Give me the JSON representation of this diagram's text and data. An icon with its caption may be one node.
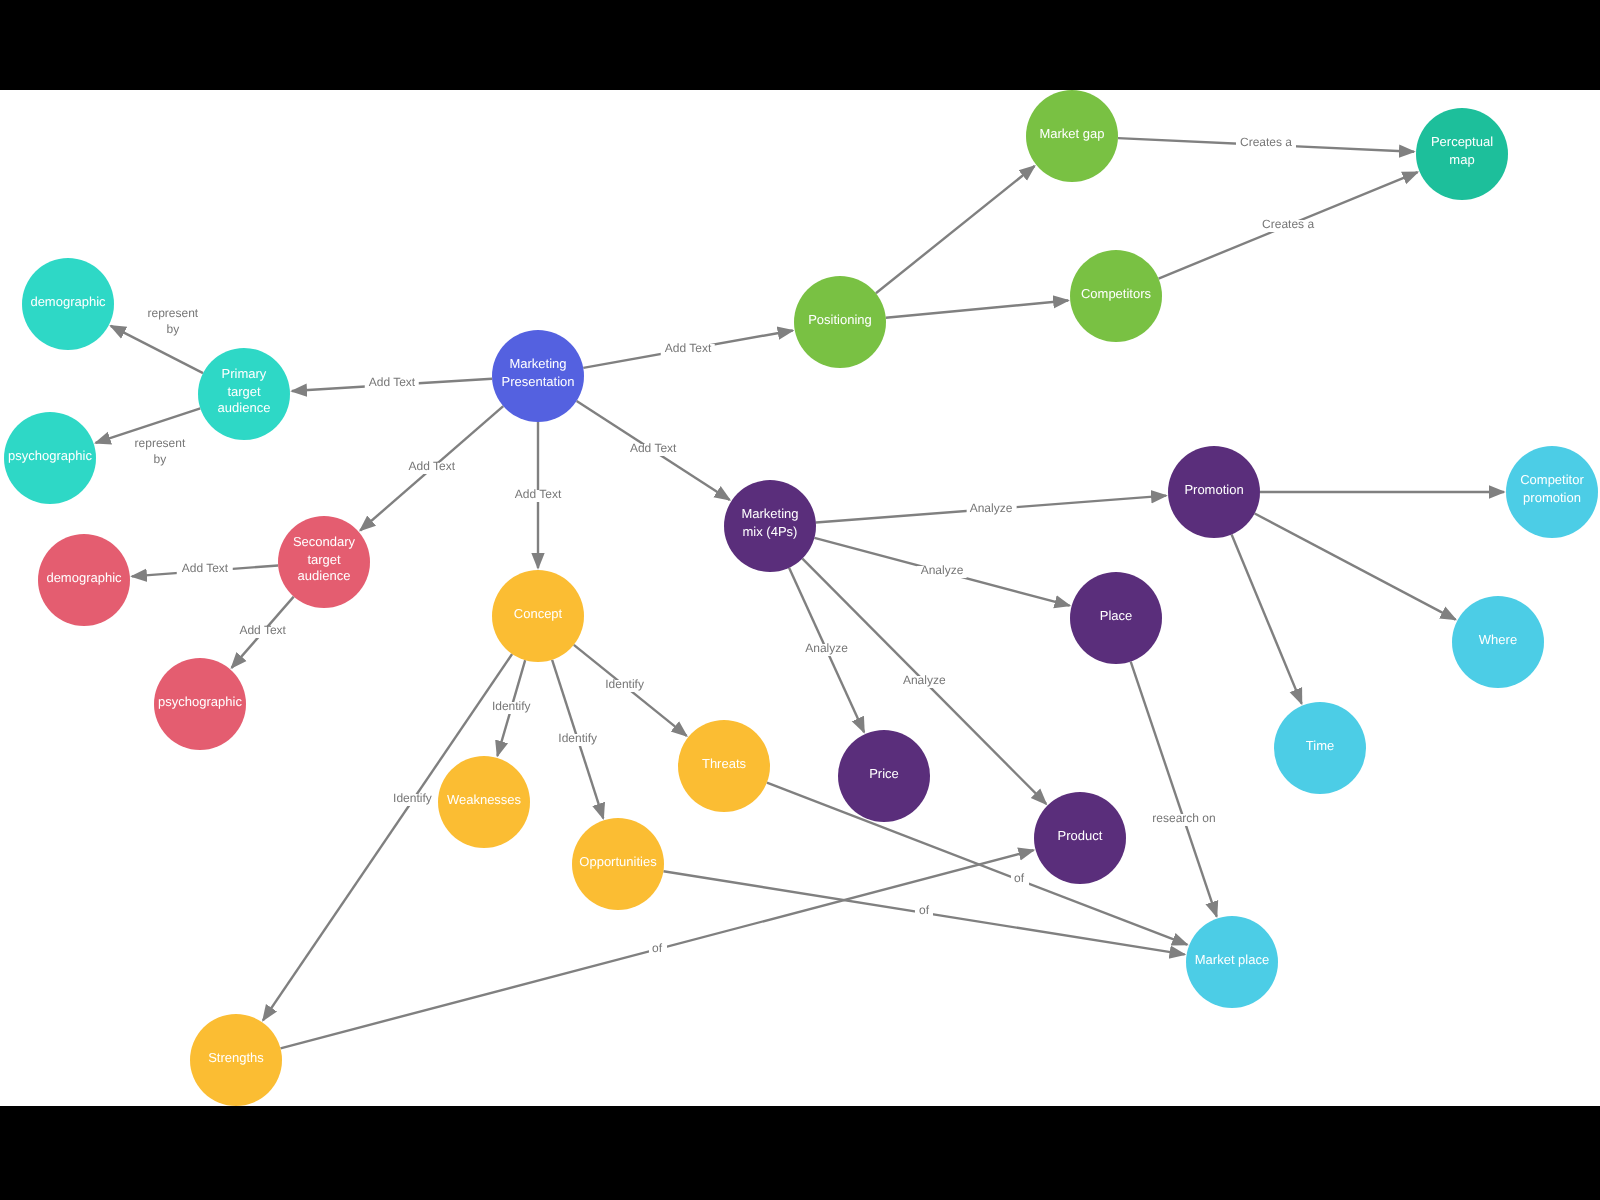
{
  "diagram": {
    "nodes": [
      {
        "text": [
          "Marketing Presentation"
        ]
      },
      {
        "text": [
          "Primary target audience"
        ]
      },
      {
        "text": [
          "demographic"
        ]
      },
      {
        "text": [
          "psychographic"
        ]
      },
      {
        "text": [
          "Secondary target audience"
        ]
      },
      {
        "text": [
          "demographic"
        ]
      },
      {
        "text": [
          "psychographic"
        ]
      },
      {
        "text": [
          "Positioning"
        ]
      },
      {
        "text": [
          "Market gap"
        ]
      },
      {
        "text": [
          "Competitors"
        ]
      },
      {
        "text": [
          "Perceptual map"
        ]
      },
      {
        "text": [
          "Concept"
        ]
      },
      {
        "text": [
          "Weaknesses"
        ]
      },
      {
        "text": [
          "Opportunities"
        ]
      },
      {
        "text": [
          "Threats"
        ]
      },
      {
        "text": [
          "Strengths"
        ]
      },
      {
        "text": [
          "Marketing mix (4Ps)"
        ]
      },
      {
        "text": [
          "Promotion"
        ]
      },
      {
        "text": [
          "Place"
        ]
      },
      {
        "text": [
          "Price"
        ]
      },
      {
        "text": [
          "Product"
        ]
      },
      {
        "text": [
          "Competitor promotion"
        ]
      },
      {
        "text": [
          "Where"
        ]
      },
      {
        "text": [
          "Time"
        ]
      },
      {
        "text": [
          "Market place"
        ]
      }
    ],
    "edges": [
      {
        "from": 0,
        "to": 1,
        "arrow": "to",
        "label": "Add Text"
      },
      {
        "from": 1,
        "to": 2,
        "arrow": "to",
        "label": "represent by"
      },
      {
        "from": 1,
        "to": 3,
        "arrow": "to",
        "label": "represent by"
      },
      {
        "from": 0,
        "to": 7,
        "arrow": "to",
        "label": "Add Text"
      },
      {
        "from": 0,
        "to": 4,
        "arrow": "to",
        "label": "Add Text"
      },
      {
        "from": 0,
        "to": 11,
        "arrow": "to",
        "label": "Add Text"
      },
      {
        "from": 0,
        "to": 16,
        "arrow": "to",
        "label": "Add Text"
      },
      {
        "from": 4,
        "to": 5,
        "arrow": "to",
        "label": "Add Text"
      },
      {
        "from": 4,
        "to": 6,
        "arrow": "to",
        "label": "Add Text"
      },
      {
        "from": 7,
        "to": 8,
        "arrow": "to"
      },
      {
        "from": 7,
        "to": 9,
        "arrow": "to"
      },
      {
        "from": 8,
        "to": 10,
        "arrow": "to",
        "label": "Creates a"
      },
      {
        "from": 9,
        "to": 10,
        "arrow": "to",
        "label": "Creates a"
      },
      {
        "from": 16,
        "to": 17,
        "arrow": "to",
        "label": "Analyze"
      },
      {
        "from": 16,
        "to": 18,
        "arrow": "to",
        "label": "Analyze"
      },
      {
        "from": 16,
        "to": 19,
        "arrow": "to",
        "label": "Analyze"
      },
      {
        "from": 16,
        "to": 20,
        "arrow": "to",
        "label": "Analyze"
      },
      {
        "from": 17,
        "to": 21,
        "arrow": "to"
      },
      {
        "from": 17,
        "to": 22,
        "arrow": "to"
      },
      {
        "from": 17,
        "to": 23,
        "arrow": "to"
      },
      {
        "from": 11,
        "to": 12,
        "arrow": "to",
        "label": "Identify"
      },
      {
        "from": 11,
        "to": 13,
        "arrow": "to",
        "label": "Identify"
      },
      {
        "from": 11,
        "to": 14,
        "arrow": "to",
        "label": "Identify"
      },
      {
        "from": 11,
        "to": 15,
        "arrow": "to",
        "label": "Identify"
      },
      {
        "from": 14,
        "to": 24,
        "arrow": "to",
        "label": "of"
      },
      {
        "from": 13,
        "to": 24,
        "arrow": "to",
        "label": "of"
      },
      {
        "from": 15,
        "to": 20,
        "arrow": "to",
        "label": "of"
      },
      {
        "from": 18,
        "to": 24,
        "arrow": "to",
        "label": "research on"
      }
    ]
  }
}
